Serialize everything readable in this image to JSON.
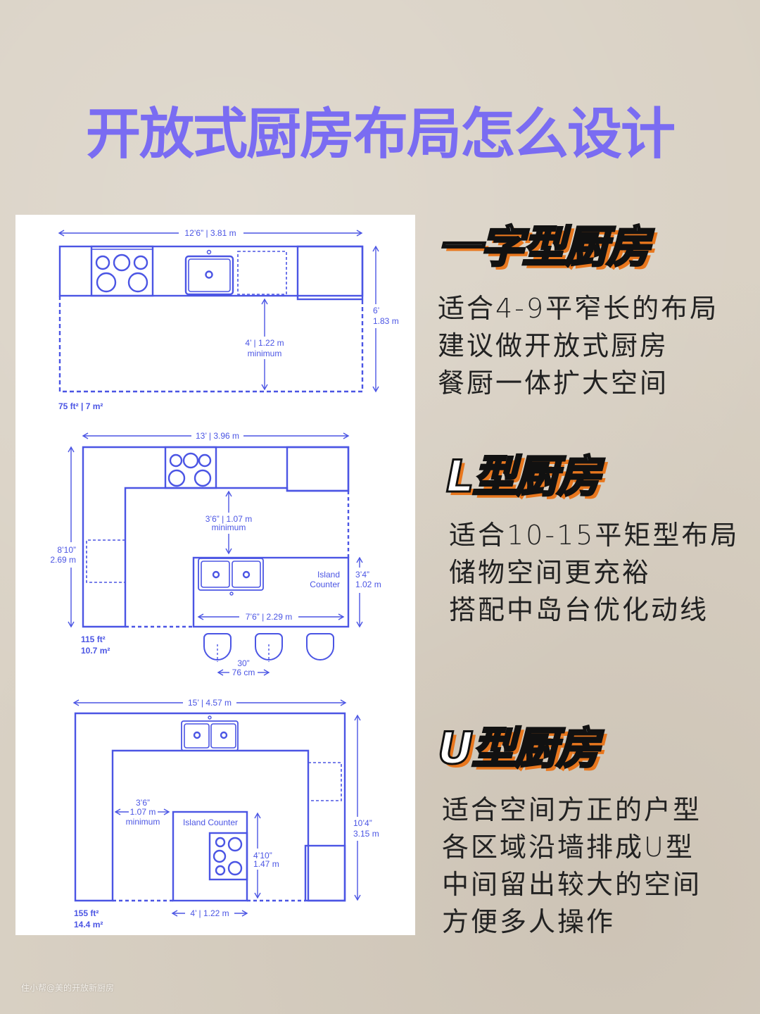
{
  "title": "开放式厨房布局怎么设计",
  "colors": {
    "title": "#7a6cf2",
    "plan_line": "#4b55e4",
    "heading_shadow": "#e8771e"
  },
  "sections": [
    {
      "heading": "一字型厨房",
      "lines": [
        "适合4-9平窄长的布局",
        "建议做开放式厨房",
        "餐厨一体扩大空间"
      ]
    },
    {
      "heading": "L型厨房",
      "lines": [
        "适合10-15平矩型布局",
        "储物空间更充裕",
        "搭配中岛台优化动线"
      ]
    },
    {
      "heading": "U型厨房",
      "lines": [
        "适合空间方正的户型",
        "各区域沿墙排成U型",
        "中间留出较大的空间",
        "方便多人操作"
      ]
    }
  ],
  "plans": {
    "galley": {
      "width": "12’6” | 3.81 m",
      "depth_ft": "6’",
      "depth_m": "1.83 m",
      "clear": "4’ | 1.22 m",
      "clear_note": "minimum",
      "area": "75 ft² | 7 m²"
    },
    "l_shape": {
      "width": "13’ | 3.96 m",
      "height_ft": "8’10”",
      "height_m": "2.69 m",
      "clear": "3’6” | 1.07 m",
      "clear_note": "minimum",
      "island_1": "Island",
      "island_2": "Counter",
      "island_h_ft": "3’4”",
      "island_h_m": "1.02 m",
      "island_w": "7’6” | 2.29 m",
      "stool_ft": "30”",
      "stool_cm": "76 cm",
      "area_ft": "115 ft²",
      "area_m": "10.7 m²"
    },
    "u_shape": {
      "width": "15’ | 4.57 m",
      "height_ft": "10’4”",
      "height_m": "3.15 m",
      "gap_ft": "3’6”",
      "gap_m": "1.07 m",
      "gap_note": "minimum",
      "island": "Island Counter",
      "island_h_ft": "4’10”",
      "island_h_m": "1.47 m",
      "island_w": "4’ | 1.22 m",
      "area_ft": "155 ft²",
      "area_m": "14.4 m²"
    }
  },
  "watermark": "住小帮@美的开放新厨房"
}
